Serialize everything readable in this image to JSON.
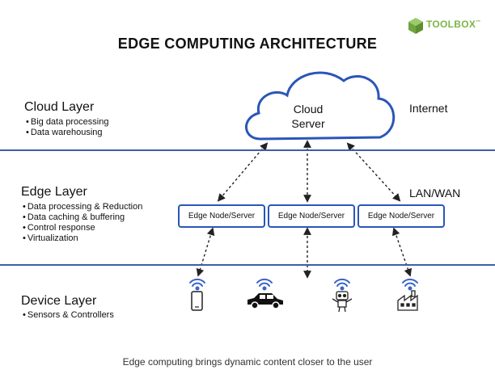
{
  "title": "EDGE COMPUTING ARCHITECTURE",
  "logo": {
    "text": "TOOLBOX",
    "mark": "™",
    "color": "#7ab547"
  },
  "cloud": {
    "line1": "Cloud",
    "line2": "Server"
  },
  "layers": {
    "cloud": {
      "title": "Cloud Layer",
      "bullets": [
        "Big data processing",
        "Data warehousing"
      ],
      "right_label": "Internet"
    },
    "edge": {
      "title": "Edge Layer",
      "bullets": [
        "Data processing & Reduction",
        "Data caching & buffering",
        "Control response",
        "Virtualization"
      ],
      "right_label": "LAN/WAN"
    },
    "device": {
      "title": "Device Layer",
      "bullets": [
        "Sensors & Controllers"
      ]
    }
  },
  "nodes": [
    "Edge Node/Server",
    "Edge Node/Server",
    "Edge Node/Server"
  ],
  "devices": [
    "phone-icon",
    "car-icon",
    "robot-icon",
    "factory-icon"
  ],
  "colors": {
    "line": "#3b5fa8",
    "node_border": "#2a56b8",
    "wifi": "#3a63c8"
  },
  "caption": "Edge computing brings dynamic content closer to the user"
}
